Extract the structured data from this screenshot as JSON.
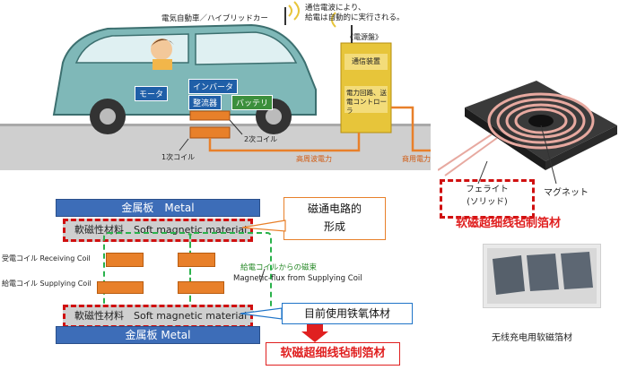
{
  "top_diagram": {
    "vehicle_title": "電気自動車／ハイブリッドカー",
    "comm_note_line1": "通信電波により、",
    "comm_note_line2": "給電は自動的に実行される。",
    "power_panel_title": "《電源盤》",
    "comm_device": "通信装置",
    "power_controller": "電力回路、送電コントローラ",
    "motor": "モータ",
    "inverter": "インバータ",
    "rectifier": "整流器",
    "battery": "バッテリ",
    "secondary_coil": "2次コイル",
    "primary_coil": "1次コイル",
    "hf_power": "高周波電力",
    "commercial_power": "商用電力"
  },
  "cross_section": {
    "metal_top": "金属板　Metal",
    "soft_top": "軟磁性材料　Soft magnetic material",
    "receiving_coil": "受電コイル Receiving Coil",
    "supplying_coil": "給電コイル Supplying Coil",
    "flux_jp": "給電コイルからの磁束",
    "flux_en": "Magnetic-flux  from Supplying Coil",
    "soft_bottom": "軟磁性材料　Soft magnetic material",
    "metal_bottom": "金属板 Metal",
    "callout_magnetic_path_1": "磁通电路的",
    "callout_magnetic_path_2": "形成",
    "callout_ferrite": "目前使用铁氧体材",
    "bottom_red_title": "软磁超细线毡制箔材"
  },
  "coil_photo": {
    "ferrite_line1": "フェライト",
    "ferrite_line2": "(ソリッド)",
    "magnet": "マグネット",
    "red_title": "软磁超细线毡制箔材"
  },
  "foil_photo": {
    "caption": "无线充电用软磁箔材"
  },
  "colors": {
    "metal_blue": "#3d6db8",
    "accent_red": "#e02020",
    "coil_orange": "#e8802a",
    "flux_green": "#2bb24c",
    "panel_yellow": "#e7c53a"
  }
}
